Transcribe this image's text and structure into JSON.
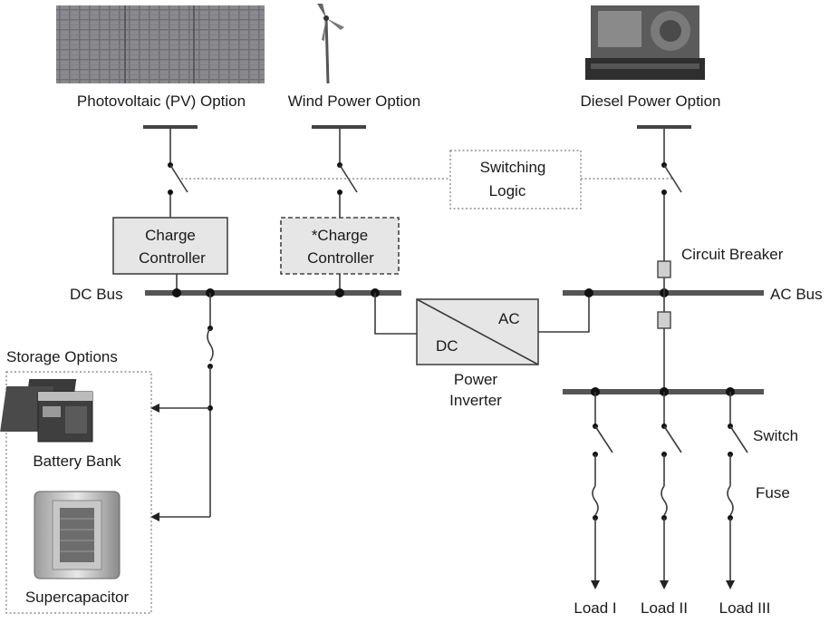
{
  "sources": {
    "pv_label": "Photovoltaic (PV) Option",
    "wind_label": "Wind Power Option",
    "diesel_label": "Diesel Power Option"
  },
  "switching_logic": {
    "line1": "Switching",
    "line2": "Logic"
  },
  "charge_controller": {
    "line1": "Charge",
    "line2": "Controller"
  },
  "charge_controller_optional": {
    "line1": "*Charge",
    "line2": "Controller"
  },
  "dc_bus_label": "DC Bus",
  "ac_bus_label": "AC Bus",
  "circuit_breaker_label": "Circuit Breaker",
  "inverter": {
    "ac": "AC",
    "dc": "DC",
    "line1": "Power",
    "line2": "Inverter"
  },
  "storage": {
    "title": "Storage Options",
    "battery_label": "Battery Bank",
    "supercap_label": "Supercapacitor"
  },
  "switch_label": "Switch",
  "fuse_label": "Fuse",
  "loads": [
    "Load I",
    "Load II",
    "Load III"
  ],
  "colors": {
    "line": "#3c3c3c",
    "bus": "#555555",
    "box_fill": "#e6e6e6"
  }
}
